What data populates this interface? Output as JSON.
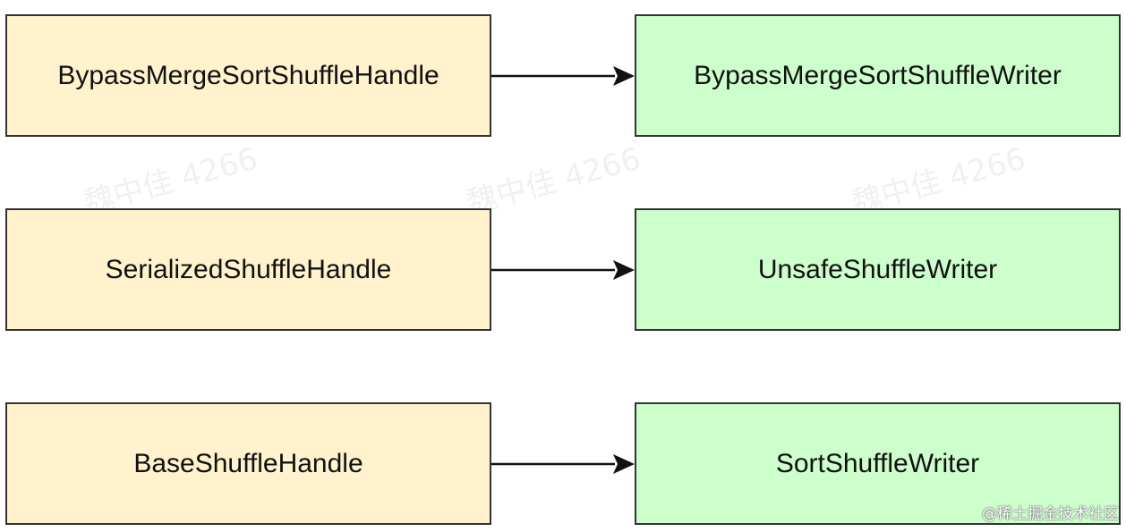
{
  "diagram": {
    "rows": [
      {
        "handle": "BypassMergeSortShuffleHandle",
        "writer": "BypassMergeSortShuffleWriter"
      },
      {
        "handle": "SerializedShuffleHandle",
        "writer": "UnsafeShuffleWriter"
      },
      {
        "handle": "BaseShuffleHandle",
        "writer": "SortShuffleWriter"
      }
    ],
    "colors": {
      "handle_fill": "#fff2cc",
      "writer_fill": "#ccffcc",
      "border": "#333333",
      "arrow": "#111111"
    }
  },
  "watermark": {
    "text": "魏中佳 4266"
  },
  "credit": {
    "text": "@稀土掘金技术社区"
  }
}
